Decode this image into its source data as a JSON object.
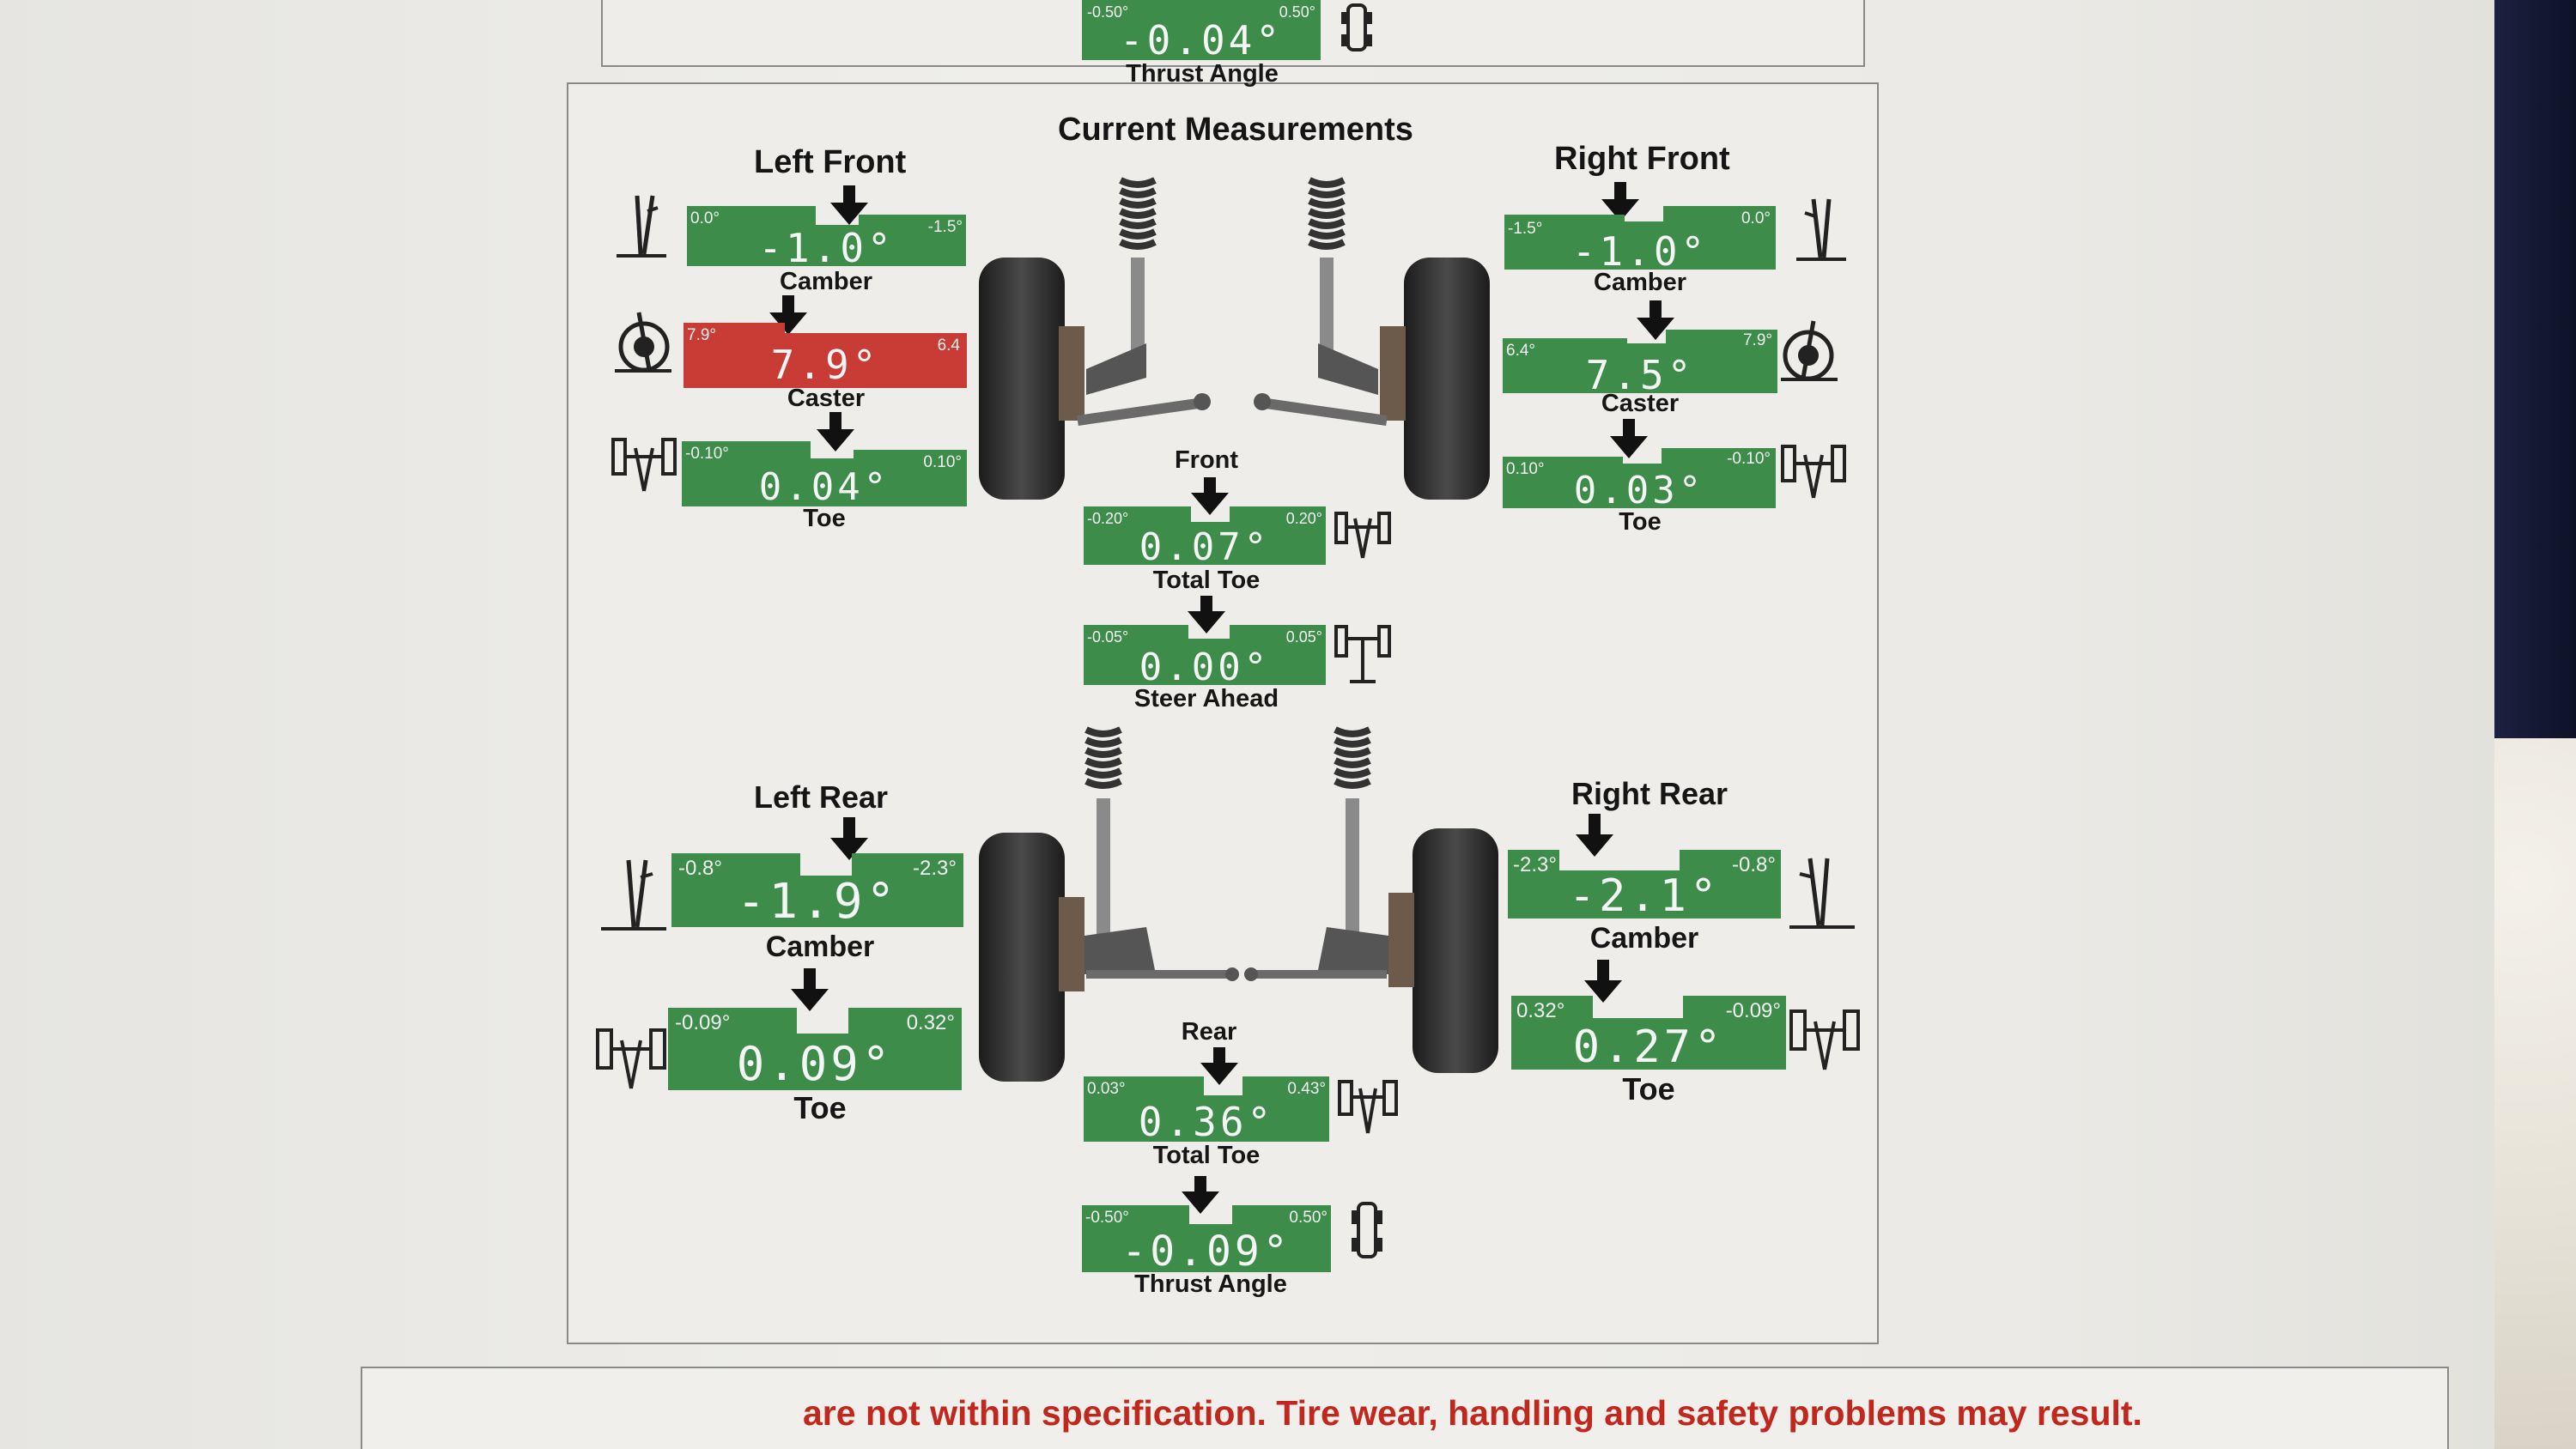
{
  "section_title": "Current Measurements",
  "top_thrust": {
    "min": "-0.50°",
    "max": "0.50°",
    "value": "-0.04°",
    "label": "Thrust Angle"
  },
  "left_front": {
    "title": "Left Front",
    "camber": {
      "min": "0.0°",
      "max": "-1.5°",
      "value": "-1.0°",
      "label": "Camber"
    },
    "caster": {
      "min": "7.9°",
      "max": "6.4",
      "value": "7.9°",
      "label": "Caster",
      "status_color": "#c93b35"
    },
    "toe": {
      "min": "-0.10°",
      "max": "0.10°",
      "value": "0.04°",
      "label": "Toe"
    }
  },
  "right_front": {
    "title": "Right Front",
    "camber": {
      "min": "-1.5°",
      "max": "0.0°",
      "value": "-1.0°",
      "label": "Camber"
    },
    "caster": {
      "min": "6.4°",
      "max": "7.9°",
      "value": "7.5°",
      "label": "Caster"
    },
    "toe": {
      "min": "0.10°",
      "max": "-0.10°",
      "value": "0.03°",
      "label": "Toe"
    }
  },
  "front_total": {
    "caption": "Front",
    "min": "-0.20°",
    "max": "0.20°",
    "value": "0.07°",
    "label": "Total Toe"
  },
  "steer_ahead": {
    "min": "-0.05°",
    "max": "0.05°",
    "value": "0.00°",
    "label": "Steer Ahead"
  },
  "left_rear": {
    "title": "Left Rear",
    "camber": {
      "min": "-0.8°",
      "max": "-2.3°",
      "value": "-1.9°",
      "label": "Camber"
    },
    "toe": {
      "min": "-0.09°",
      "max": "0.32°",
      "value": "0.09°",
      "label": "Toe"
    }
  },
  "right_rear": {
    "title": "Right Rear",
    "camber": {
      "min": "-2.3°",
      "max": "-0.8°",
      "value": "-2.1°",
      "label": "Camber"
    },
    "toe": {
      "min": "0.32°",
      "max": "-0.09°",
      "value": "0.27°",
      "label": "Toe"
    }
  },
  "rear_total": {
    "caption": "Rear",
    "min": "0.03°",
    "max": "0.43°",
    "value": "0.36°",
    "label": "Total Toe"
  },
  "rear_thrust": {
    "min": "-0.50°",
    "max": "0.50°",
    "value": "-0.09°",
    "label": "Thrust Angle"
  },
  "warning": "are not within specification.  Tire wear, handling and safety problems may result.",
  "colors": {
    "in_spec": "#3d8c4a",
    "out_of_spec": "#c93b35",
    "warning_text": "#c0281e"
  }
}
